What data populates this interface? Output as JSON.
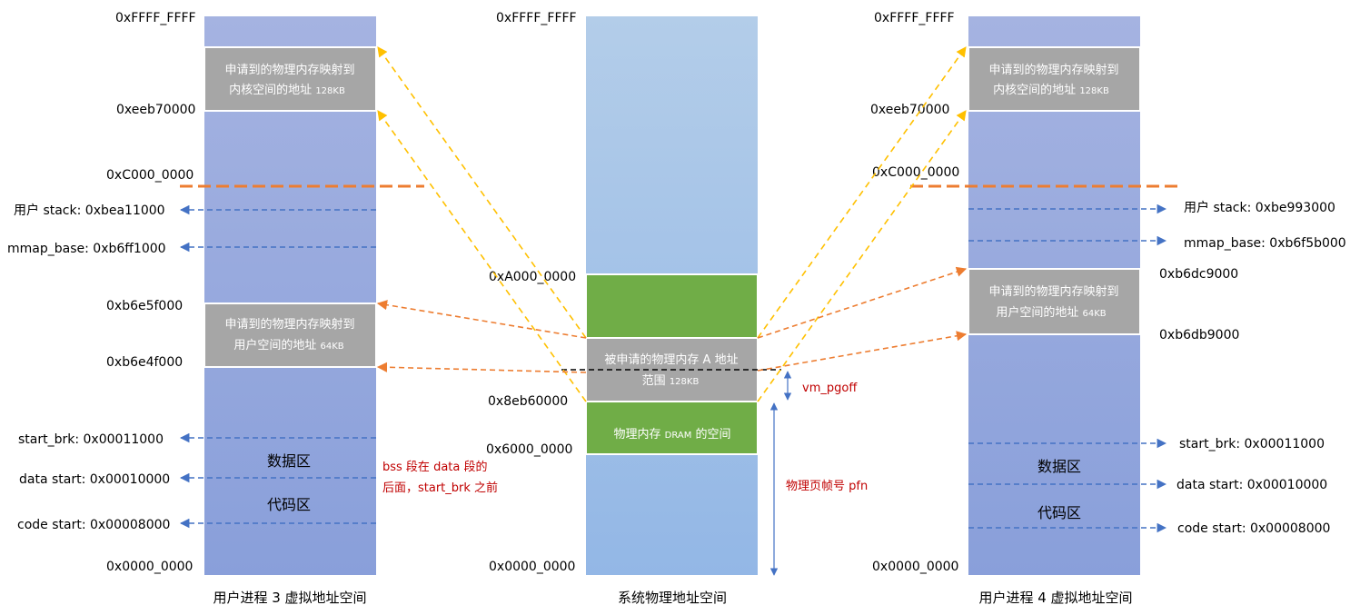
{
  "left": {
    "caption": "用户进程 3 虚拟地址空间",
    "addr_top": "0xFFFF_FFFF",
    "addr_eeb": "0xeeb70000",
    "addr_c000": "0xC000_0000",
    "addr_5f": "0xb6e5f000",
    "addr_4f": "0xb6e4f000",
    "addr_zero": "0x0000_0000",
    "kernel_map_line1": "申请到的物理内存映射到",
    "kernel_map_line2": "内核空间的地址",
    "kernel_map_size": "128KB",
    "user_map_line1": "申请到的物理内存映射到",
    "user_map_line2": "用户空间的地址",
    "user_map_size": "64KB",
    "stack": "用户 stack: 0xbea11000",
    "mmap_base": "mmap_base: 0xb6ff1000",
    "start_brk": "start_brk: 0x00011000",
    "data_start": "data start: 0x00010000",
    "code_start": "code start: 0x00008000",
    "data_region": "数据区",
    "code_region": "代码区",
    "bss_note_line1": "bss 段在 data 段的",
    "bss_note_line2": "后面，start_brk 之前"
  },
  "middle": {
    "caption": "系统物理地址空间",
    "addr_top": "0xFFFF_FFFF",
    "addr_a000": "0xA000_0000",
    "addr_8eb": "0x8eb60000",
    "addr_6000": "0x6000_0000",
    "addr_zero": "0x0000_0000",
    "region_a_line1": "被申请的物理内存 A 地址",
    "region_a_line2": "范围",
    "region_a_size": "128KB",
    "dram_line1": "物理内存",
    "dram_word": "DRAM",
    "dram_line2": "的空间",
    "vm_pgoff": "vm_pgoff",
    "pfn": "物理页帧号 pfn"
  },
  "right": {
    "caption": "用户进程 4 虚拟地址空间",
    "addr_top": "0xFFFF_FFFF",
    "addr_eeb": "0xeeb70000",
    "addr_c000": "0xC000_0000",
    "addr_dc9": "0xb6dc9000",
    "addr_db9": "0xb6db9000",
    "addr_zero": "0x0000_0000",
    "kernel_map_line1": "申请到的物理内存映射到",
    "kernel_map_line2": "内核空间的地址",
    "kernel_map_size": "128KB",
    "user_map_line1": "申请到的物理内存映射到",
    "user_map_line2": "用户空间的地址",
    "user_map_size": "64KB",
    "stack": "用户 stack: 0xbe993000",
    "mmap_base": "mmap_base: 0xb6f5b000",
    "start_brk": "start_brk: 0x00011000",
    "data_start": "data start: 0x00010000",
    "code_start": "code start: 0x00008000",
    "data_region": "数据区",
    "code_region": "代码区"
  },
  "colors": {
    "virtual_top": "#a3b2e0",
    "virtual_bottom": "#8aa0da",
    "physical_top": "#b2cde9",
    "physical_bottom": "#92b6e6",
    "gray_box": "#a6a6a6",
    "green": "#70ad47",
    "orange": "#ed7d31",
    "gold": "#ffc000",
    "blue_dash": "#4472c4",
    "note_red": "#c00000"
  }
}
